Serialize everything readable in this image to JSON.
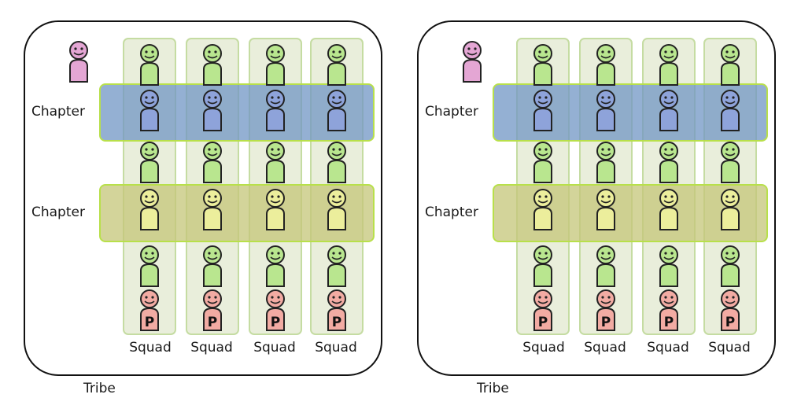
{
  "diagrams": [
    {
      "chapters": [
        {
          "label": "Chapter"
        },
        {
          "label": "Chapter"
        }
      ],
      "squads": [
        {
          "label": "Squad"
        },
        {
          "label": "Squad"
        },
        {
          "label": "Squad"
        },
        {
          "label": "Squad"
        }
      ],
      "tribe_label": "Tribe",
      "product_owner_badge": "P"
    },
    {
      "chapters": [
        {
          "label": "Chapter"
        },
        {
          "label": "Chapter"
        }
      ],
      "squads": [
        {
          "label": "Squad"
        },
        {
          "label": "Squad"
        },
        {
          "label": "Squad"
        },
        {
          "label": "Squad"
        }
      ],
      "tribe_label": "Tribe",
      "product_owner_badge": "P"
    }
  ],
  "colors": {
    "tribe_lead": "#e4a6d4",
    "squad_member": "#b9e68f",
    "chapter_1_member": "#8ea3da",
    "chapter_2_member": "#ecee9c",
    "product_owner": "#f2aba3"
  }
}
